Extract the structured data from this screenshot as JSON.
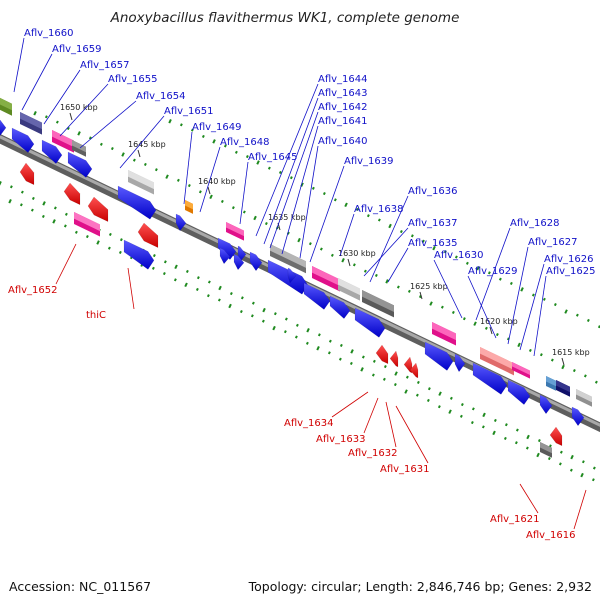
{
  "title": "Anoxybacillus flavithermus WK1, complete genome",
  "footer": {
    "accession": "Accession: NC_011567",
    "summary": "Topology: circular; Length: 2,846,746 bp; Genes: 2,932"
  },
  "colors": {
    "backbone": "#7d7d7d",
    "forward_label": "#1010c8",
    "reverse_label": "#d00000",
    "cds_forward": "#1a1aee",
    "cds_reverse": "#ee1111",
    "dot_track": "#1f8a1f"
  },
  "kbp_ticks": [
    "1650 kbp",
    "1645 kbp",
    "1640 kbp",
    "1635 kbp",
    "1630 kbp",
    "1625 kbp",
    "1620 kbp",
    "1615 kbp"
  ],
  "forward_labels": [
    "Aflv_1660",
    "Aflv_1659",
    "Aflv_1657",
    "Aflv_1655",
    "Aflv_1654",
    "Aflv_1651",
    "Aflv_1649",
    "Aflv_1648",
    "Aflv_1645",
    "Aflv_1644",
    "Aflv_1643",
    "Aflv_1642",
    "Aflv_1641",
    "Aflv_1640",
    "Aflv_1639",
    "Aflv_1636",
    "Aflv_1638",
    "Aflv_1637",
    "Aflv_1635",
    "Aflv_1630",
    "Aflv_1629",
    "Aflv_1628",
    "Aflv_1627",
    "Aflv_1626",
    "Aflv_1625"
  ],
  "reverse_labels": [
    "Aflv_1652",
    "thiC",
    "Aflv_1634",
    "Aflv_1633",
    "Aflv_1632",
    "Aflv_1631",
    "Aflv_1621",
    "Aflv_1616"
  ]
}
